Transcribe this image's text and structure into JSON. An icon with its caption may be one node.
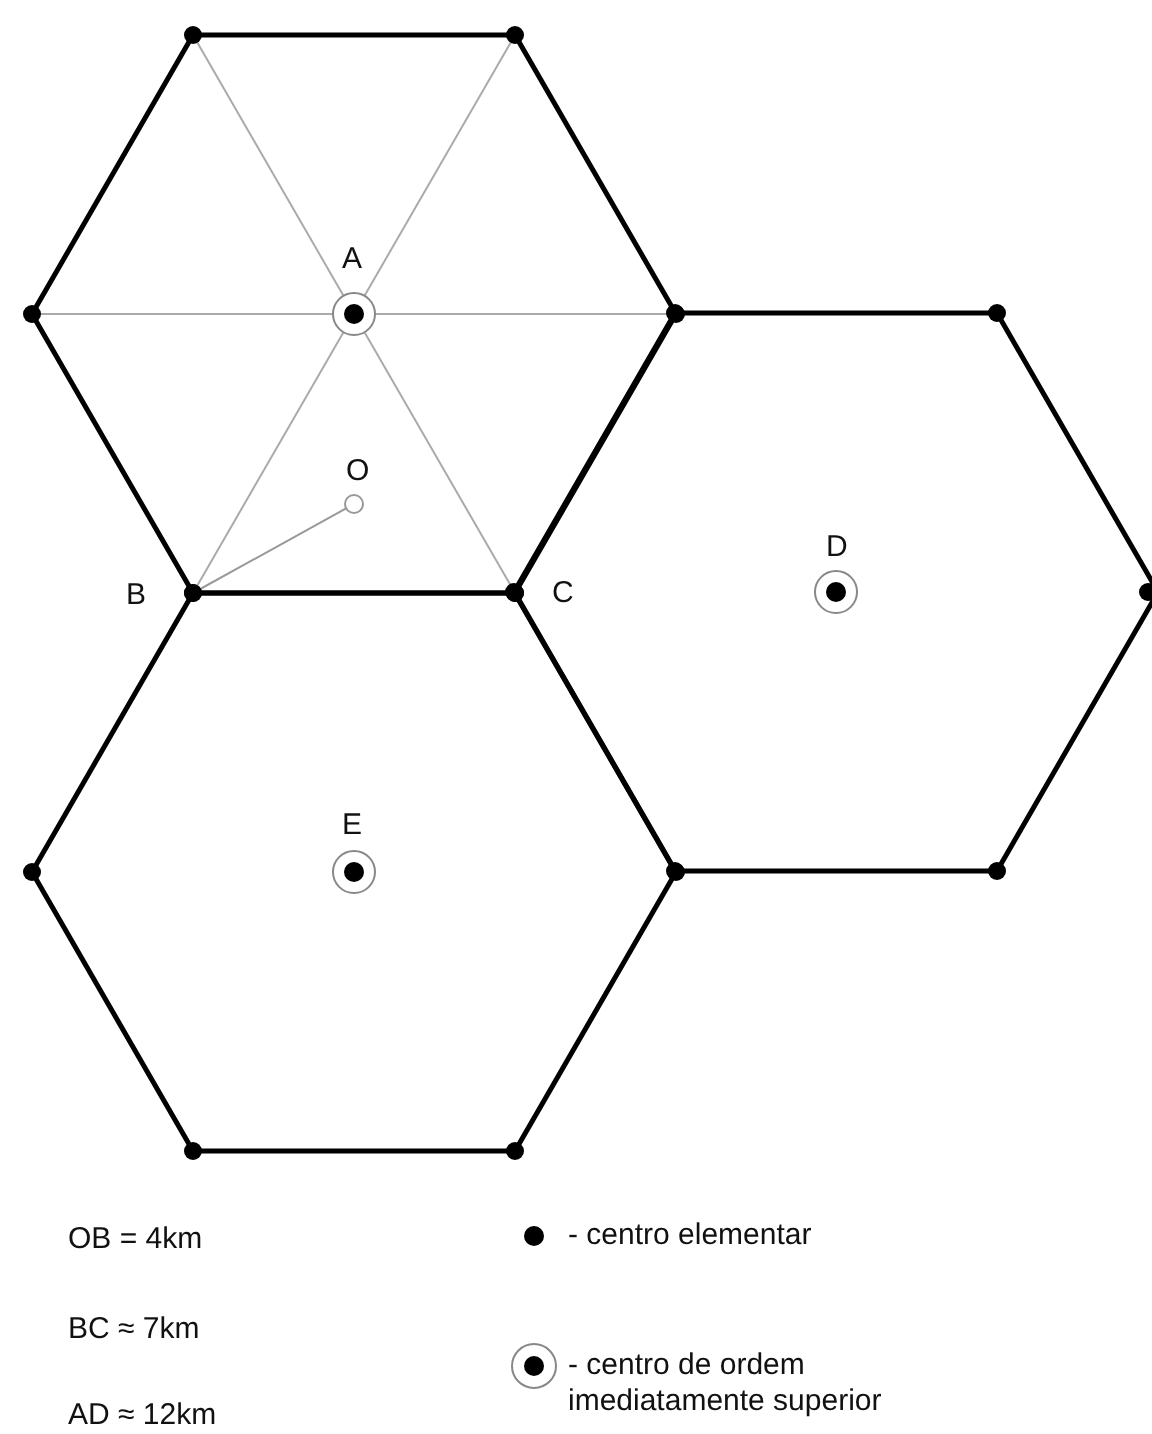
{
  "diagram": {
    "labels": [
      "A",
      "O",
      "B",
      "C",
      "D",
      "E",
      "OB = 4km",
      "BC ≈ 7km",
      "AD ≈ 12km"
    ],
    "legend": [
      {
        "text": "- centro elementar"
      },
      {
        "text": "- centro de ordem imediatamente superior"
      }
    ]
  }
}
